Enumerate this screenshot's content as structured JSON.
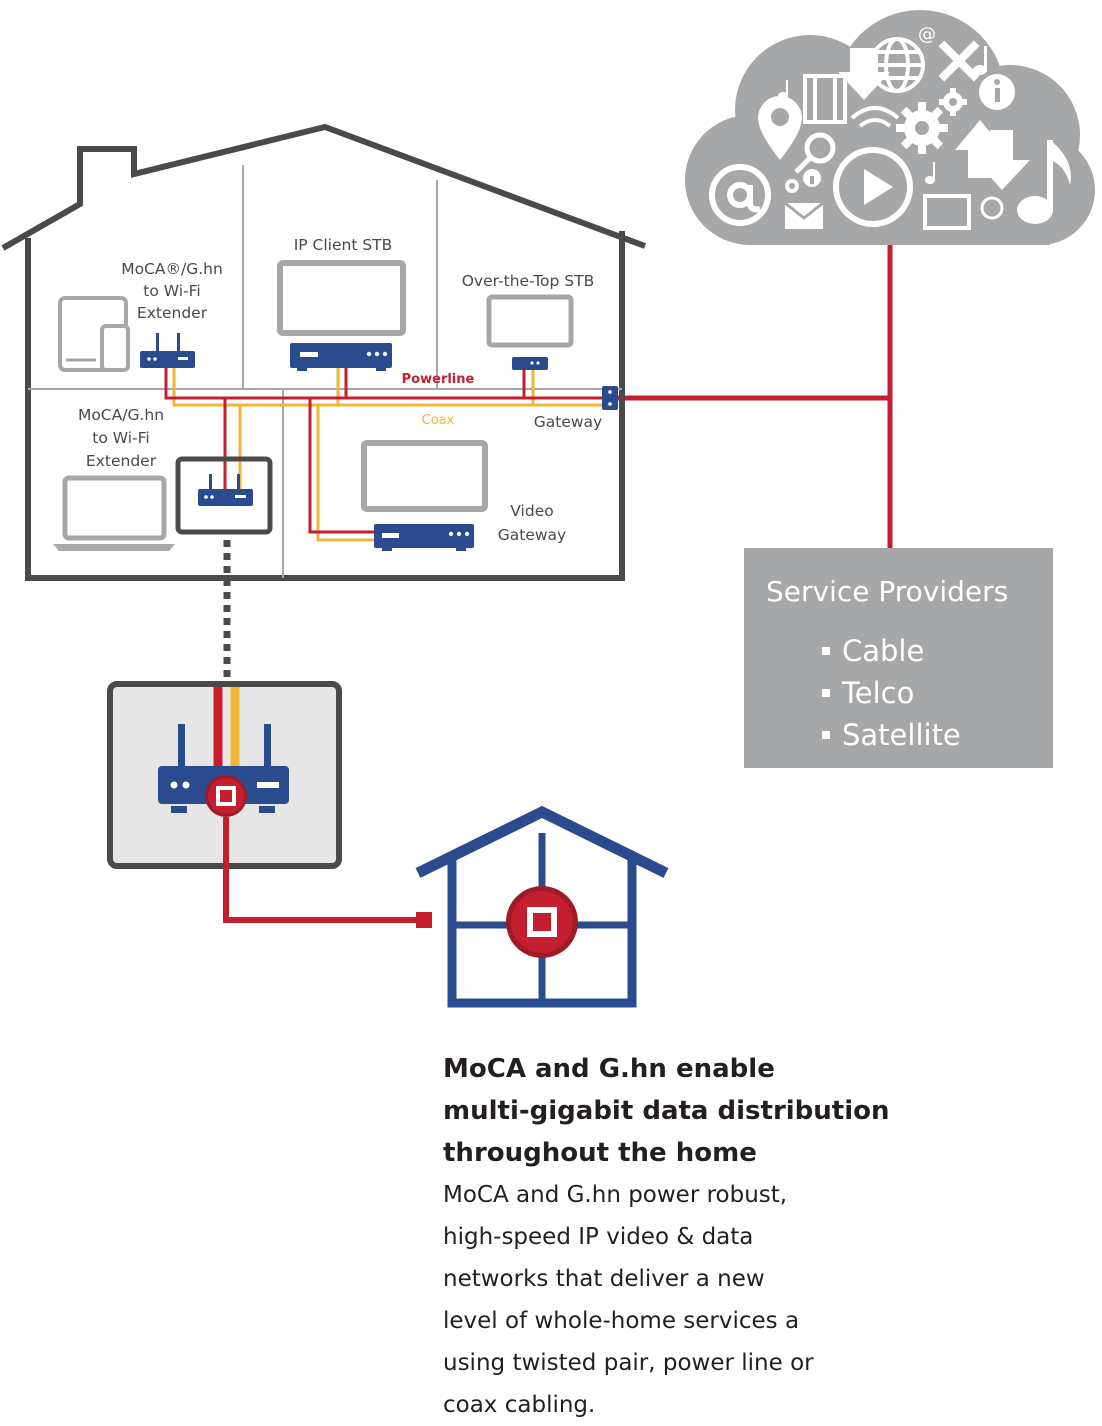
{
  "colors": {
    "house_outline": "#4a4a4c",
    "device_blue": "#2a4b8d",
    "powerline_red": "#c31f2f",
    "coax_yellow": "#f2b634",
    "cloud_gray": "#a6a7a9",
    "provider_box": "#a6a7a9",
    "screen_gray": "#a6a7a9"
  },
  "house": {
    "labels": {
      "moca_top": [
        "MoCA®/G.hn",
        "to Wi-Fi",
        "Extender"
      ],
      "ip_client": "IP Client STB",
      "ott": "Over-the-Top STB",
      "moca_bottom": [
        "MoCA/G.hn",
        "to Wi-Fi",
        "Extender"
      ],
      "video_gateway": [
        "Video",
        "Gateway"
      ],
      "gateway": "Gateway",
      "powerline": "Powerline",
      "coax": "Coax"
    }
  },
  "service_providers": {
    "title": "Service Providers",
    "items": [
      "Cable",
      "Telco",
      "Satellite"
    ]
  },
  "cloud": {
    "icons": [
      "at-icon",
      "globe-icon",
      "tools-icon",
      "music-note-icon",
      "info-icon",
      "film-icon",
      "location-pin-icon",
      "magnifier-icon",
      "wifi-icon",
      "gear-icon",
      "play-icon",
      "mail-icon",
      "image-icon",
      "arrows-icon"
    ]
  },
  "caption": {
    "headline": "MoCA and G.hn enable\nmulti-gigabit data distribution\nthroughout the home",
    "body": "MoCA and G.hn power robust,\nhigh-speed IP video & data\nnetworks that deliver a new\nlevel of whole-home services a\nusing twisted pair, power line or\ncoax cabling."
  }
}
